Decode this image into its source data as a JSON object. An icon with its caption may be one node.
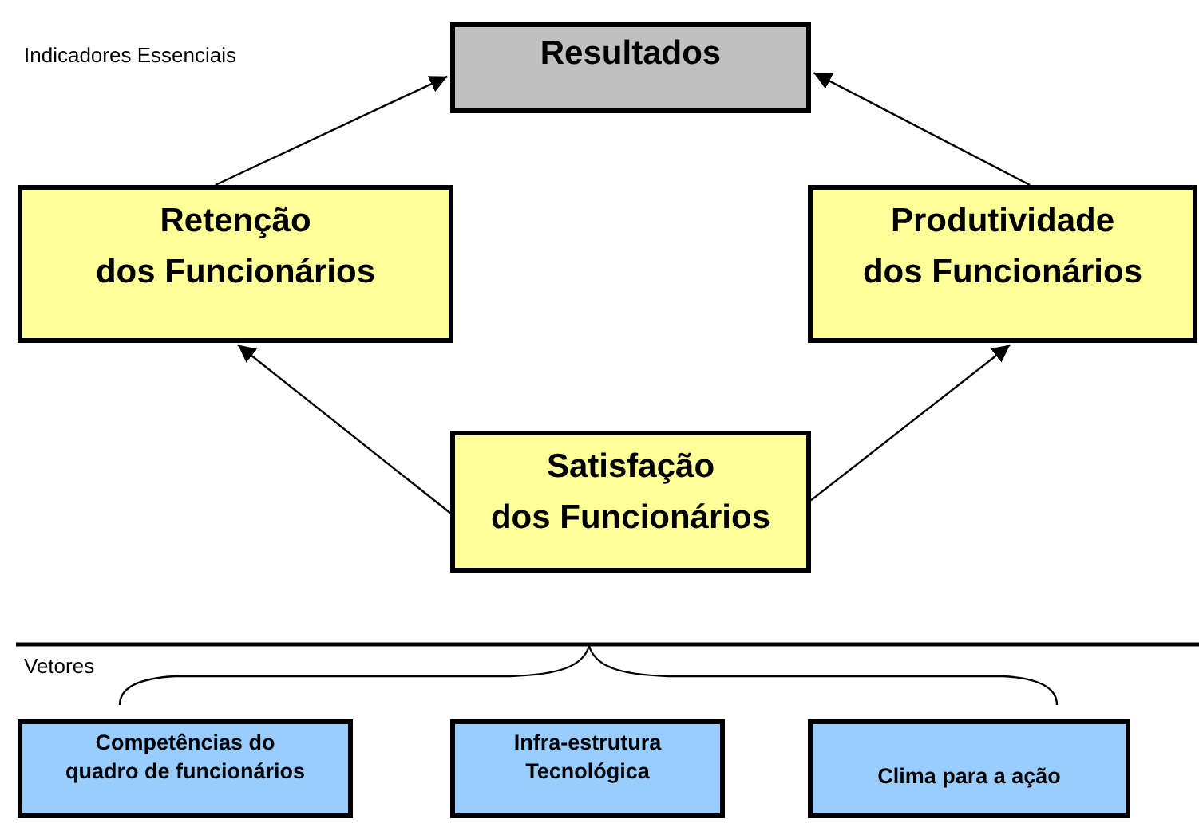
{
  "diagram": {
    "nodes": [
      {
        "text": [
          "Resultados"
        ]
      },
      {
        "text": [
          "Retenção dos Funcionários"
        ]
      },
      {
        "text": [
          "Produtividade dos Funcionários"
        ]
      },
      {
        "text": [
          "Satisfação dos Funcionários"
        ]
      },
      {
        "text": [
          "Competências do quadro de funcionários"
        ]
      },
      {
        "text": [
          "Infra-estrutura Tecnológica"
        ]
      },
      {
        "text": [
          "Clima para a ação"
        ]
      }
    ],
    "edges": [
      {
        "from": 1,
        "to": 0,
        "arrow": "to"
      },
      {
        "from": 2,
        "to": 0,
        "arrow": "to"
      },
      {
        "from": 3,
        "to": 1,
        "arrow": "to"
      },
      {
        "from": 3,
        "to": 2,
        "arrow": "to"
      }
    ],
    "labels": [
      "Indicadores Essenciais",
      "Vetores"
    ]
  }
}
